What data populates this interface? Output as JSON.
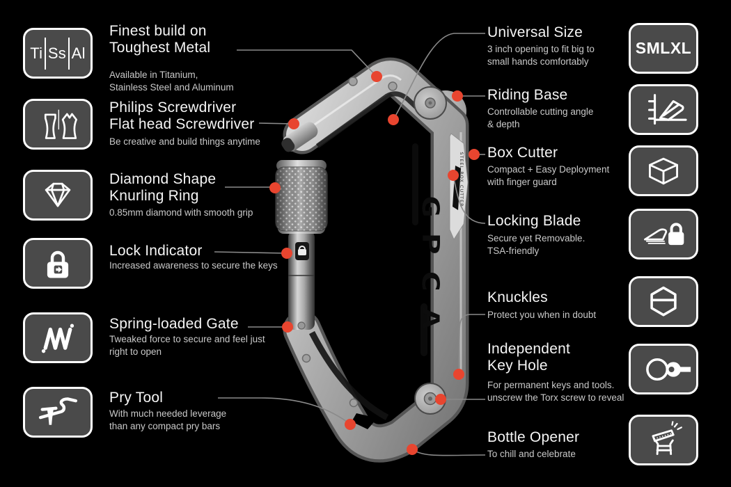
{
  "colors": {
    "background": "#000000",
    "accent": "#e8452f",
    "panel_fill": "#4a4a4a",
    "panel_border": "#ffffff",
    "title_text": "#f5f5f5",
    "description_text": "#c9c9c9",
    "connector_line": "#8a8a8a"
  },
  "carabiner": {
    "spine_text": "GPCA",
    "blade_text": "STEEL BOX CUTTER"
  },
  "left_features": [
    {
      "icon": "metals-badge-icon",
      "icon_parts": [
        "Ti",
        "Ss",
        "Al"
      ],
      "title": "Finest build on\nToughest Metal",
      "description": "Available in Titanium,\nStainless Steel and Aluminum"
    },
    {
      "icon": "screwdrivers-icon",
      "title": "Philips Screwdriver\nFlat head Screwdriver",
      "description": "Be creative and build things anytime"
    },
    {
      "icon": "diamond-icon",
      "title": "Diamond Shape\nKnurling Ring",
      "description": "0.85mm diamond with smooth grip"
    },
    {
      "icon": "lock-icon",
      "title": "Lock Indicator",
      "description": "Increased awareness to secure the keys"
    },
    {
      "icon": "spring-icon",
      "title": "Spring-loaded Gate",
      "description": "Tweaked force to secure and feel just\nright to open"
    },
    {
      "icon": "pry-bar-icon",
      "title": "Pry Tool",
      "description": "With much needed leverage\nthan any compact pry bars"
    }
  ],
  "right_features": [
    {
      "icon": "sizes-badge-icon",
      "icon_text": "SMLXL",
      "title": "Universal Size",
      "description": "3 inch opening to fit big to\nsmall hands comfortably"
    },
    {
      "icon": "cutting-angle-icon",
      "title": "Riding Base",
      "description": "Controllable cutting angle\n& depth"
    },
    {
      "icon": "box-icon",
      "title": "Box Cutter",
      "description": "Compact + Easy Deployment\nwith finger guard"
    },
    {
      "icon": "blade-lock-icon",
      "title": "Locking Blade",
      "description": "Secure yet Removable.\nTSA-friendly"
    },
    {
      "icon": "hex-shield-icon",
      "title": "Knuckles",
      "description": "Protect you when in doubt"
    },
    {
      "icon": "key-ring-icon",
      "title": "Independent\nKey Hole",
      "description": "For permanent keys and tools.\nunscrew the Torx screw to reveal"
    },
    {
      "icon": "bottle-cap-icon",
      "title": "Bottle Opener",
      "description": "To chill and celebrate"
    }
  ]
}
